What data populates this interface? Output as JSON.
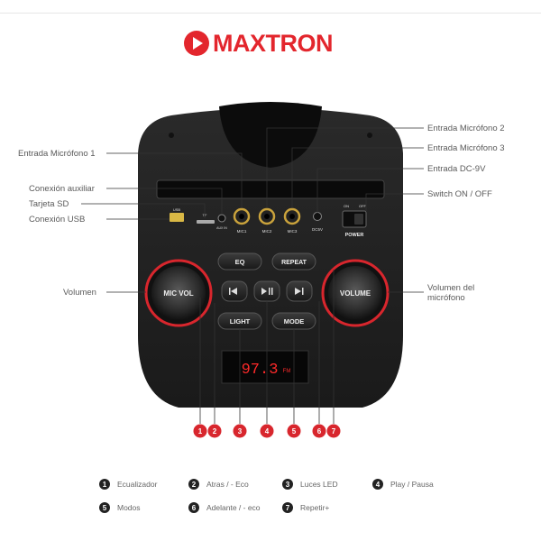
{
  "brand": {
    "name": "MAXTRON"
  },
  "labels_left": {
    "mic1": "Entrada Micrófono 1",
    "aux": "Conexión auxiliar",
    "sd": "Tarjeta SD",
    "usb": "Conexión USB",
    "volume": "Volumen"
  },
  "labels_right": {
    "mic2": "Entrada Micrófono 2",
    "mic3": "Entrada Micrófono 3",
    "dc": "Entrada DC-9V",
    "switch": "Switch ON / OFF",
    "mic_volume_1": "Volumen del",
    "mic_volume_2": "micrófono"
  },
  "panel": {
    "usb": "USB",
    "tf": "TF",
    "aux_in": "AUX IN",
    "mic1": "MIC1",
    "mic2": "MIC2",
    "mic3": "MIC3",
    "dc": "DC5V",
    "on": "ON",
    "off": "OFF",
    "power": "POWER",
    "mic_vol": "MIC VOL",
    "volume": "VOLUME",
    "eq": "EQ",
    "repeat": "REPEAT",
    "light": "LIGHT",
    "mode": "MODE",
    "display_value": "97.3",
    "display_unit": "FM",
    "prev_icon": "previous-icon",
    "play_icon": "play-pause-icon",
    "next_icon": "next-icon"
  },
  "callouts": [
    "1",
    "2",
    "3",
    "4",
    "5",
    "6",
    "7"
  ],
  "legend": [
    {
      "num": "1",
      "text": "Ecualizador"
    },
    {
      "num": "2",
      "text": "Atras / - Eco"
    },
    {
      "num": "3",
      "text": "Luces LED"
    },
    {
      "num": "4",
      "text": "Play / Pausa"
    },
    {
      "num": "5",
      "text": "Modos"
    },
    {
      "num": "6",
      "text": "Adelante / - eco"
    },
    {
      "num": "7",
      "text": "Repetir+"
    }
  ],
  "colors": {
    "brand_red": "#e3262d",
    "panel_dark": "#1e1e1e",
    "ring_red": "#d8262d",
    "display_red": "#ff2a2a"
  }
}
